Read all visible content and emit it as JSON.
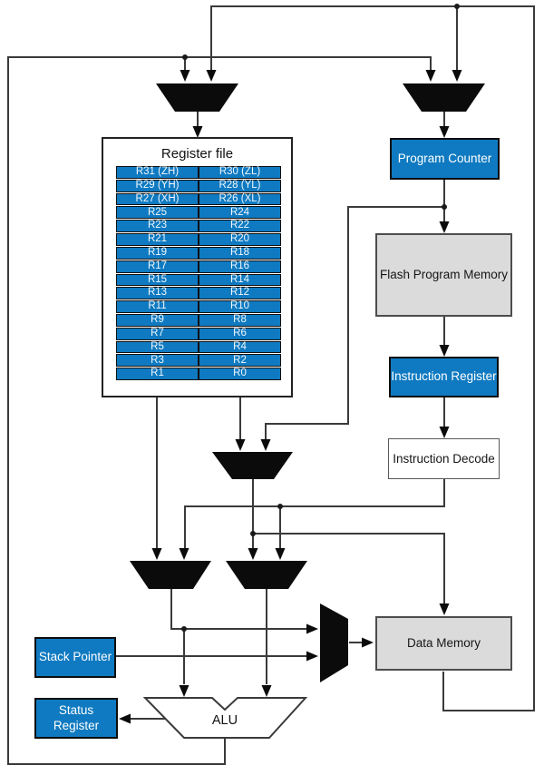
{
  "colors": {
    "blue": "#0F7AC1",
    "gray": "#DBDBDB",
    "wire": "#3A3A3A",
    "mux": "#0B0B0B",
    "on-blue": "#FFFFFF",
    "ink": "#161616",
    "bg": "#FFFFFF"
  },
  "nodes": {
    "register_file": {
      "title": "Register file"
    },
    "program_counter": {
      "label": "Program Counter"
    },
    "flash_program_memory": {
      "label": "Flash Program Memory"
    },
    "instruction_register": {
      "label": "Instruction Register"
    },
    "instruction_decode": {
      "label": "Instruction Decode"
    },
    "data_memory": {
      "label": "Data Memory"
    },
    "stack_pointer": {
      "label": "Stack Pointer"
    },
    "status_register": {
      "label": "Status Register"
    },
    "alu": {
      "label": "ALU"
    }
  },
  "register_file_rows": [
    [
      "R31 (ZH)",
      "R30 (ZL)"
    ],
    [
      "R29 (YH)",
      "R28 (YL)"
    ],
    [
      "R27 (XH)",
      "R26 (XL)"
    ],
    [
      "R25",
      "R24"
    ],
    [
      "R23",
      "R22"
    ],
    [
      "R21",
      "R20"
    ],
    [
      "R19",
      "R18"
    ],
    [
      "R17",
      "R16"
    ],
    [
      "R15",
      "R14"
    ],
    [
      "R13",
      "R12"
    ],
    [
      "R11",
      "R10"
    ],
    [
      "R9",
      "R8"
    ],
    [
      "R7",
      "R6"
    ],
    [
      "R5",
      "R4"
    ],
    [
      "R3",
      "R2"
    ],
    [
      "R1",
      "R0"
    ]
  ]
}
